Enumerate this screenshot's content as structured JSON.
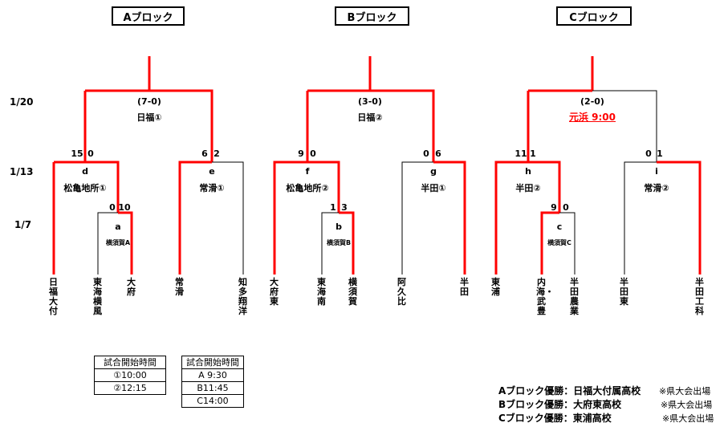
{
  "blocks": [
    {
      "label": "Aブロック"
    },
    {
      "label": "Bブロック"
    },
    {
      "label": "Cブロック"
    }
  ],
  "rounds": {
    "r1": "1/20",
    "r2": "1/13",
    "r3": "1/7"
  },
  "finals": [
    {
      "score": "(7-0)",
      "venue": "日福①"
    },
    {
      "score": "(3-0)",
      "venue": "日福②"
    },
    {
      "score": "(2-0)",
      "venue": "元浜 9:00"
    }
  ],
  "semis": [
    {
      "id": "d",
      "venue": "松亀地所①",
      "score_left": "15",
      "score_right": "0"
    },
    {
      "id": "e",
      "venue": "常滑①",
      "score_left": "6",
      "score_right": "2"
    },
    {
      "id": "f",
      "venue": "松亀地所②",
      "score_left": "9",
      "score_right": "0"
    },
    {
      "id": "g",
      "venue": "半田①",
      "score_left": "0",
      "score_right": "6"
    },
    {
      "id": "h",
      "venue": "半田②",
      "score_left": "11",
      "score_right": "1"
    },
    {
      "id": "i",
      "venue": "常滑②",
      "score_left": "0",
      "score_right": "1"
    }
  ],
  "firsts": [
    {
      "id": "a",
      "venue": "横須賀A",
      "score_left": "0",
      "score_right": "10"
    },
    {
      "id": "b",
      "venue": "横須賀B",
      "score_left": "1",
      "score_right": "3"
    },
    {
      "id": "c",
      "venue": "横須賀C",
      "score_left": "9",
      "score_right": "0"
    }
  ],
  "teams": [
    "日福大付",
    "東海横風",
    "大府",
    "常滑",
    "知多翔洋",
    "大府東",
    "東海南",
    "横須賀",
    "阿久比",
    "半田",
    "東浦",
    "内海・武豊",
    "半田農業",
    "半田東",
    "半田工科"
  ],
  "schedule_times": {
    "header": "試合開始時間",
    "rows": [
      "①10:00",
      "②12:15"
    ]
  },
  "schedule_blocks": {
    "header": "試合開始時間",
    "rows": [
      "A  9:30",
      "B11:45",
      "C14:00"
    ]
  },
  "winners": [
    {
      "text": "Aブロック優勝：日福大付属高校",
      "note": "※県大会出場"
    },
    {
      "text": "Bブロック優勝：大府東高校",
      "note": "※県大会出場"
    },
    {
      "text": "Cブロック優勝：東浦高校",
      "note": "※県大会出場"
    }
  ],
  "colors": {
    "win": "#ff0000",
    "lose": "#000000"
  }
}
